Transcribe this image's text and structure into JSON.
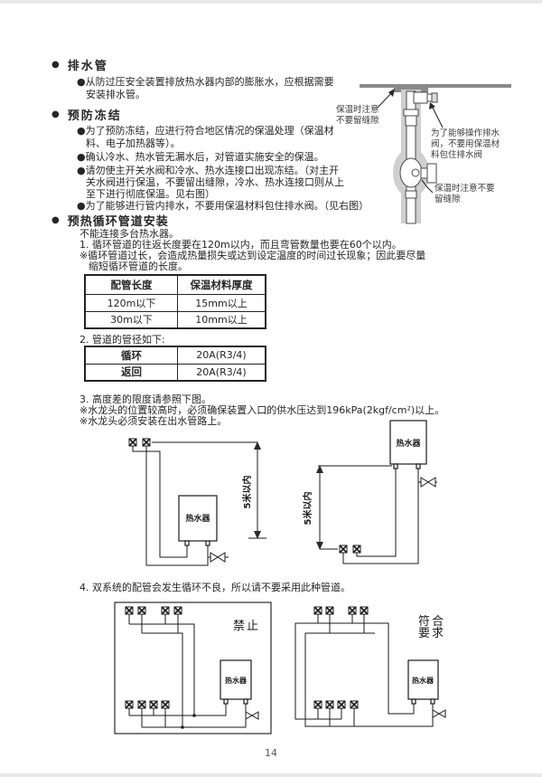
{
  "page": {
    "number": "14"
  },
  "sections": {
    "drain": {
      "bullet": "●",
      "title": "排水管",
      "lines": [
        "●从防过压安全装置排放热水器内部的膨胀水，应根据需要",
        "安装排水管。"
      ]
    },
    "freeze": {
      "bullet": "●",
      "title": "预防冻结",
      "lines": [
        "●为了预防冻结，应进行符合地区情况的保温处理（保温材",
        "料、电子加热器等）。",
        "●确认冷水、热水管无漏水后，对管道实施安全的保温。",
        "●请勿使主开关水阀和冷水、热水连接口出现冻结。（对主开",
        "关水阀进行保温，不要留出缝隙，冷水、热水连接口则从上",
        "至下进行彻底保温。见右图）",
        "●为了能够进行管内排水，不要用保温材料包住排水阀。（见右图）"
      ]
    },
    "preheat": {
      "bullet": "●",
      "title": "预热循环管道安装",
      "intro": "不能连接多台热水器。",
      "item1": "1. 循环管道的往返长度要在120m以内，而且弯管数量也要在60个以内。",
      "note1a": "※循环管道过长，会造成热量损失或达到设定温度的时间过长现象；因此要尽量",
      "note1b": "缩短循环管道的长度。",
      "item2": "2. 管道的管径如下:",
      "item3": "3. 高度差的限度请参照下图。",
      "note2": "※水龙头的位置较高时，必须确保装置入口的供水压达到196kPa(2kgf/cm²)以上。",
      "note3": "※水龙头必须安装在出水管路上。",
      "item4": "4. 双系统的配管会发生循环不良，所以请不要采用此种管道。"
    }
  },
  "tables": {
    "insulation": {
      "headers": [
        "配管长度",
        "保温材料厚度"
      ],
      "rows": [
        [
          "120m以下",
          "15mm以上"
        ],
        [
          "30m以下",
          "10mm以上"
        ]
      ]
    },
    "diameter": {
      "rows": [
        [
          "循环",
          "20A(R3/4)"
        ],
        [
          "返回",
          "20A(R3/4)"
        ]
      ]
    }
  },
  "valve_diagram": {
    "label_top_left": [
      "保温时注意",
      "不要留缝隙"
    ],
    "label_drain": [
      "为了能够操作排水",
      "阀，不要用保温材",
      "料包住排水阀"
    ],
    "label_valve": [
      "保温时注意不要",
      "留缝隙"
    ]
  },
  "height_diagrams": {
    "left": {
      "heater": "热水器",
      "dimension": "5米以内"
    },
    "right": {
      "heater": "热水器",
      "dimension": "5米以内"
    }
  },
  "dual_diagrams": {
    "left": {
      "heater": "热水器",
      "verdict": "禁止"
    },
    "right": {
      "heater": "热水器",
      "verdict_lines": [
        "符合",
        "要求"
      ]
    }
  }
}
